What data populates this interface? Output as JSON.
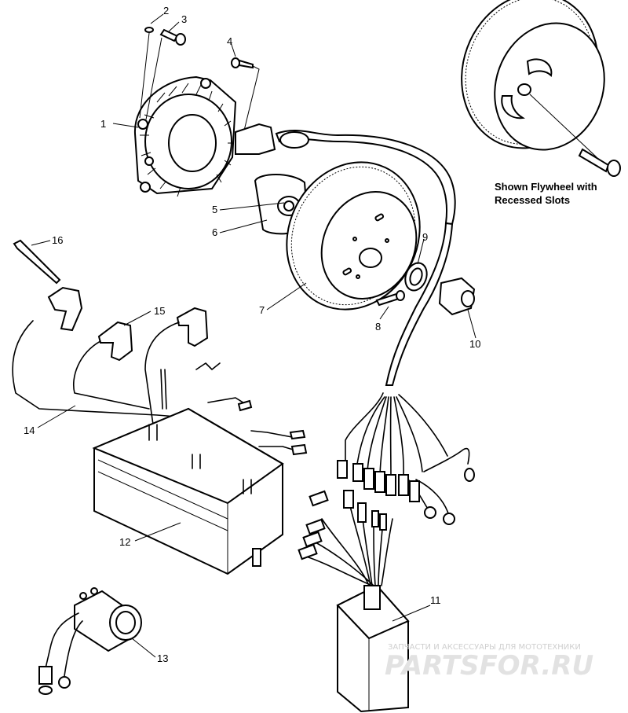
{
  "callouts": [
    {
      "id": "1",
      "label": "1"
    },
    {
      "id": "2",
      "label": "2"
    },
    {
      "id": "3",
      "label": "3"
    },
    {
      "id": "4",
      "label": "4"
    },
    {
      "id": "5",
      "label": "5"
    },
    {
      "id": "6",
      "label": "6"
    },
    {
      "id": "7",
      "label": "7"
    },
    {
      "id": "8",
      "label": "8"
    },
    {
      "id": "9",
      "label": "9"
    },
    {
      "id": "10",
      "label": "10"
    },
    {
      "id": "11",
      "label": "11"
    },
    {
      "id": "12",
      "label": "12"
    },
    {
      "id": "13",
      "label": "13"
    },
    {
      "id": "14",
      "label": "14"
    },
    {
      "id": "15",
      "label": "15"
    },
    {
      "id": "16",
      "label": "16"
    }
  ],
  "caption": {
    "line1": "Shown Flywheel with",
    "line2": "Recessed Slots"
  },
  "watermark": {
    "tagline": "ЗАПЧАСТИ И АКСЕССУАРЫ ДЛЯ МОТОТЕХНИКИ",
    "brand": "PARTSFOR.RU"
  }
}
